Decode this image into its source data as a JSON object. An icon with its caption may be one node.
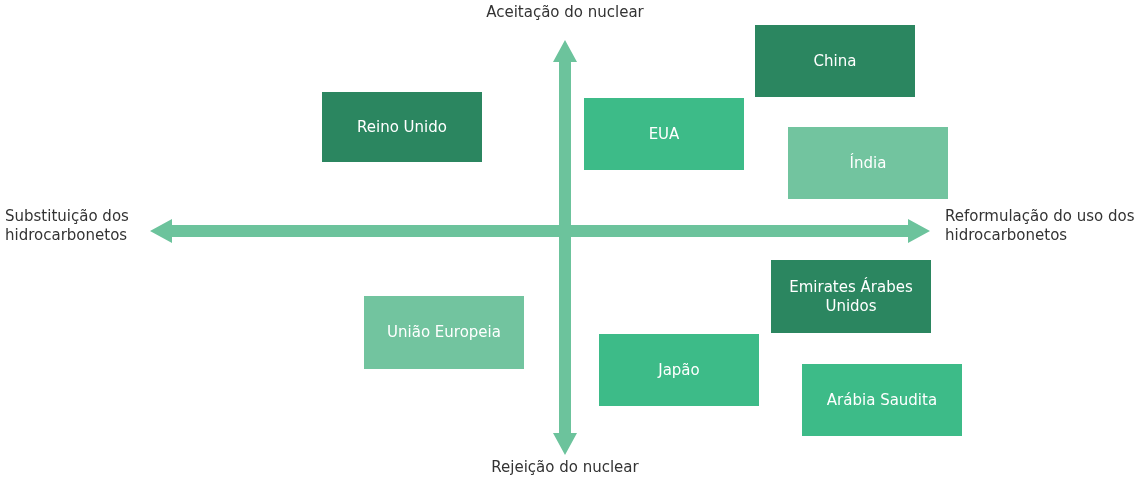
{
  "diagram": {
    "nodes": [
      {
        "text": [
          "China"
        ]
      },
      {
        "text": [
          "Reino Unido"
        ]
      },
      {
        "text": [
          "EUA"
        ]
      },
      {
        "text": [
          "Índia"
        ]
      },
      {
        "text": [
          "Emirates Árabes Unidos"
        ]
      },
      {
        "text": [
          "União Europeia"
        ]
      },
      {
        "text": [
          "Japão"
        ]
      },
      {
        "text": [
          "Arábia Saudita"
        ]
      }
    ],
    "edges": [],
    "labels": [
      "Aceitação do nuclear",
      "Substituição dos hidrocarbonetos",
      "Reformulação do uso dos hidrocarbonetos",
      "Rejeição do nuclear"
    ]
  }
}
